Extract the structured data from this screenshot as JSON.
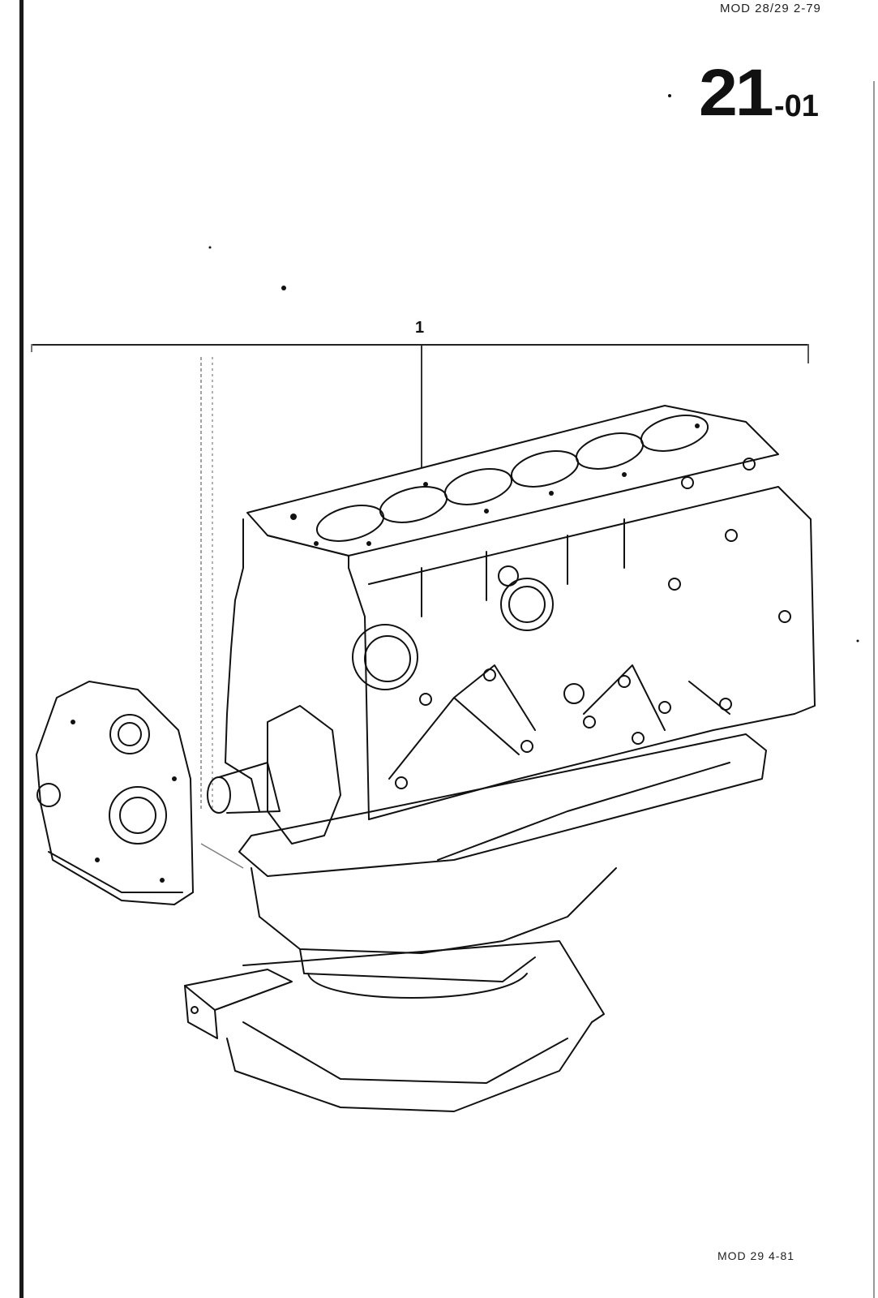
{
  "page": {
    "header_code": "MOD 28/29  2-79",
    "section_number": "21",
    "section_suffix": "-01",
    "footer_code": "MOD 29  4-81"
  },
  "diagram": {
    "subject": "engine short block assembly (cylinder block with oil pan and timing cover)",
    "callouts": [
      {
        "label": "1",
        "refers_to": "complete short block assembly"
      }
    ],
    "colors": {
      "ink": "#111111",
      "paper": "#ffffff"
    }
  }
}
